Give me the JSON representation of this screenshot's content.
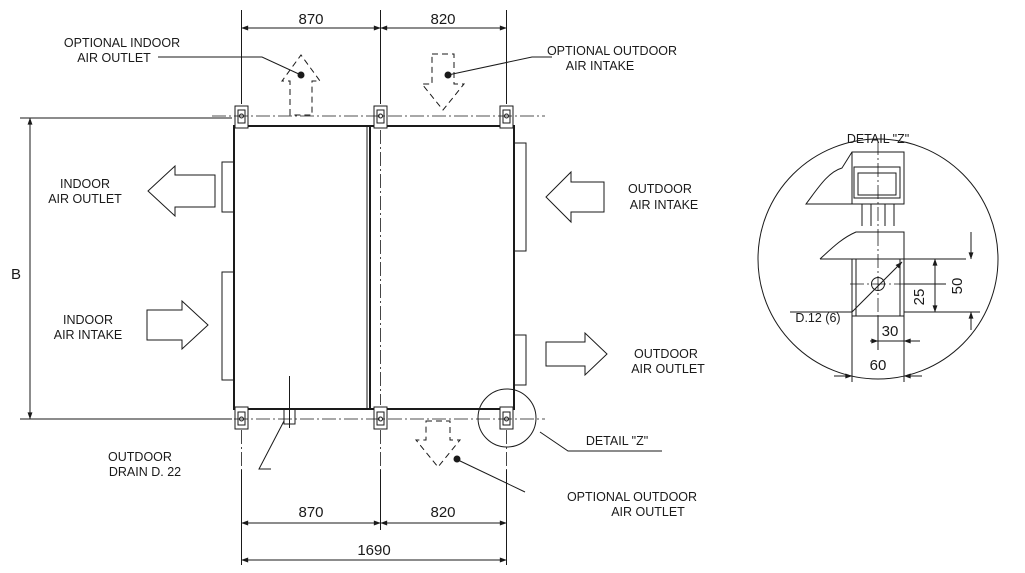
{
  "dimensions": {
    "top_left": "870",
    "top_right": "820",
    "bottom_left": "870",
    "bottom_right": "820",
    "overall_width": "1690",
    "height": "B"
  },
  "labels": {
    "optional_indoor_air_outlet": [
      "OPTIONAL INDOOR",
      "AIR OUTLET"
    ],
    "optional_outdoor_air_intake": [
      "OPTIONAL OUTDOOR",
      "AIR INTAKE"
    ],
    "indoor_air_outlet": [
      "INDOOR",
      "AIR OUTLET"
    ],
    "indoor_air_intake": [
      "INDOOR",
      "AIR INTAKE"
    ],
    "outdoor_air_intake": [
      "OUTDOOR",
      "AIR INTAKE"
    ],
    "outdoor_air_outlet": [
      "OUTDOOR",
      "AIR OUTLET"
    ],
    "outdoor_drain": [
      "OUTDOOR",
      "DRAIN D. 22"
    ],
    "optional_outdoor_air_outlet": [
      "OPTIONAL OUTDOOR",
      "AIR OUTLET"
    ],
    "detail_callout": "DETAIL \"Z\""
  },
  "detail": {
    "title": "DETAIL \"Z\"",
    "hole": "D.12 (6)",
    "dim_25": "25",
    "dim_50": "50",
    "dim_30": "30",
    "dim_60": "60"
  }
}
